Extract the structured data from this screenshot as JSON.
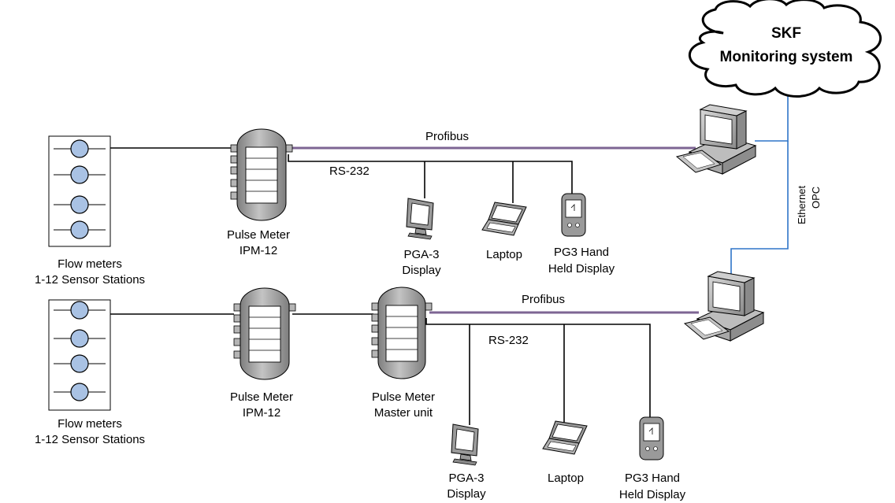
{
  "cloud": {
    "line1": "SKF",
    "line2": "Monitoring system"
  },
  "network": {
    "ethernet": "Ethernet",
    "opc": "OPC"
  },
  "top_row": {
    "flow_meters_line1": "Flow meters",
    "flow_meters_line2": "1-12 Sensor Stations",
    "pulse_meter_line1": "Pulse Meter",
    "pulse_meter_line2": "IPM-12",
    "profibus": "Profibus",
    "rs232": "RS-232",
    "pga_line1": "PGA-3",
    "pga_line2": "Display",
    "laptop": "Laptop",
    "pg3_line1": "PG3 Hand",
    "pg3_line2": "Held Display"
  },
  "bottom_row": {
    "flow_meters_line1": "Flow meters",
    "flow_meters_line2": "1-12 Sensor Stations",
    "pulse_meter_line1": "Pulse Meter",
    "pulse_meter_line2": "IPM-12",
    "master_line1": "Pulse Meter",
    "master_line2": "Master unit",
    "profibus": "Profibus",
    "rs232": "RS-232",
    "pga_line1": "PGA-3",
    "pga_line2": "Display",
    "laptop": "Laptop",
    "pg3_line1": "PG3 Hand",
    "pg3_line2": "Held Display"
  },
  "colors": {
    "profibus_line": "#7d6593",
    "ethernet_line": "#2f75c8",
    "meter_fill": "#a9c2e4",
    "device_gray": "#9a9a9a"
  }
}
